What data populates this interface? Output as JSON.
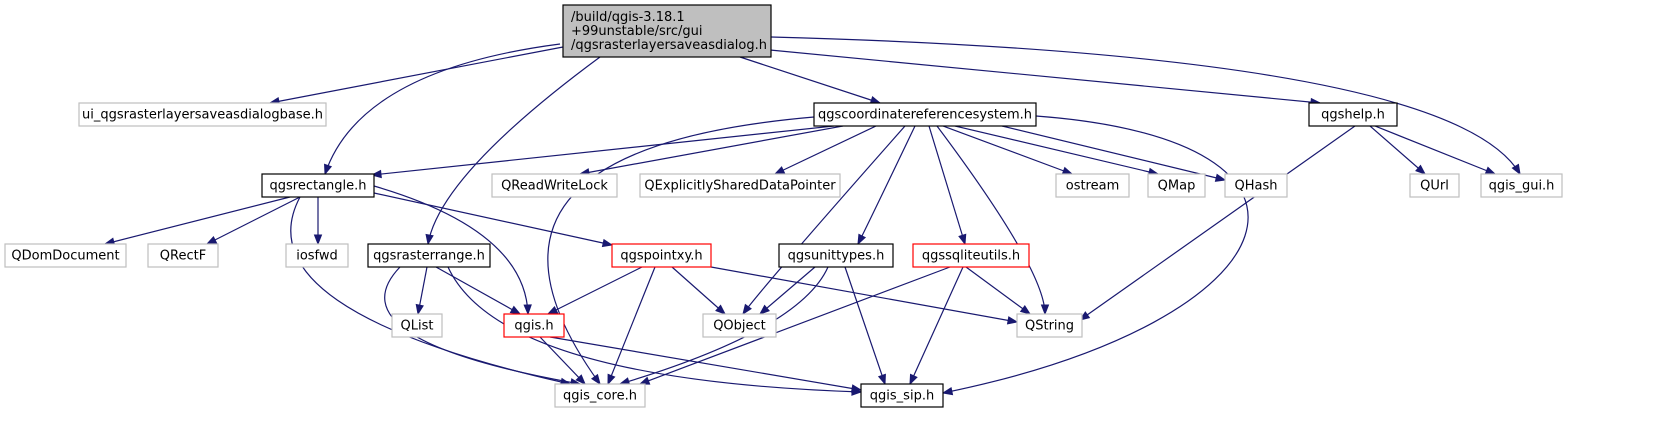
{
  "graph": {
    "nodes": [
      {
        "id": "root",
        "lines": [
          "/build/qgis-3.18.1",
          "+99unstable/src/gui",
          "/qgsrasterlayersaveasdialog.h"
        ],
        "style": "root"
      },
      {
        "id": "ui_base",
        "lines": [
          "ui_qgsrasterlayersaveasdialogbase.h"
        ],
        "style": "ext"
      },
      {
        "id": "crs",
        "lines": [
          "qgscoordinatereferencesystem.h"
        ],
        "style": "normal"
      },
      {
        "id": "help",
        "lines": [
          "qgshelp.h"
        ],
        "style": "normal"
      },
      {
        "id": "qgis_gui",
        "lines": [
          "qgis_gui.h"
        ],
        "style": "ext"
      },
      {
        "id": "rect",
        "lines": [
          "qgsrectangle.h"
        ],
        "style": "normal"
      },
      {
        "id": "rwlock",
        "lines": [
          "QReadWriteLock"
        ],
        "style": "ext"
      },
      {
        "id": "esdp",
        "lines": [
          "QExplicitlySharedDataPointer"
        ],
        "style": "ext"
      },
      {
        "id": "ostream",
        "lines": [
          "ostream"
        ],
        "style": "ext"
      },
      {
        "id": "qmap",
        "lines": [
          "QMap"
        ],
        "style": "ext"
      },
      {
        "id": "qhash",
        "lines": [
          "QHash"
        ],
        "style": "ext"
      },
      {
        "id": "qurl",
        "lines": [
          "QUrl"
        ],
        "style": "ext"
      },
      {
        "id": "domdoc",
        "lines": [
          "QDomDocument"
        ],
        "style": "ext"
      },
      {
        "id": "rectf",
        "lines": [
          "QRectF"
        ],
        "style": "ext"
      },
      {
        "id": "iosfwd",
        "lines": [
          "iosfwd"
        ],
        "style": "ext"
      },
      {
        "id": "rrange",
        "lines": [
          "qgsrasterrange.h"
        ],
        "style": "normal"
      },
      {
        "id": "pointxy",
        "lines": [
          "qgspointxy.h"
        ],
        "style": "red"
      },
      {
        "id": "unittypes",
        "lines": [
          "qgsunittypes.h"
        ],
        "style": "normal"
      },
      {
        "id": "sqlite",
        "lines": [
          "qgssqliteutils.h"
        ],
        "style": "red"
      },
      {
        "id": "qlist",
        "lines": [
          "QList"
        ],
        "style": "ext"
      },
      {
        "id": "qgis",
        "lines": [
          "qgis.h"
        ],
        "style": "red"
      },
      {
        "id": "qobject",
        "lines": [
          "QObject"
        ],
        "style": "ext"
      },
      {
        "id": "qstring",
        "lines": [
          "QString"
        ],
        "style": "ext"
      },
      {
        "id": "qgis_core",
        "lines": [
          "qgis_core.h"
        ],
        "style": "ext"
      },
      {
        "id": "qgis_sip",
        "lines": [
          "qgis_sip.h"
        ],
        "style": "normal"
      }
    ],
    "edges": [
      [
        "root",
        "ui_base"
      ],
      [
        "root",
        "crs"
      ],
      [
        "root",
        "help"
      ],
      [
        "root",
        "qgis_gui"
      ],
      [
        "root",
        "rect"
      ],
      [
        "root",
        "rrange"
      ],
      [
        "crs",
        "rect"
      ],
      [
        "crs",
        "rwlock"
      ],
      [
        "crs",
        "esdp"
      ],
      [
        "crs",
        "ostream"
      ],
      [
        "crs",
        "qmap"
      ],
      [
        "crs",
        "qhash"
      ],
      [
        "crs",
        "qobject"
      ],
      [
        "crs",
        "unittypes"
      ],
      [
        "crs",
        "sqlite"
      ],
      [
        "crs",
        "qstring"
      ],
      [
        "crs",
        "qgis_core"
      ],
      [
        "crs",
        "qgis_sip"
      ],
      [
        "help",
        "qurl"
      ],
      [
        "help",
        "qgis_gui"
      ],
      [
        "help",
        "qstring"
      ],
      [
        "rect",
        "domdoc"
      ],
      [
        "rect",
        "rectf"
      ],
      [
        "rect",
        "iosfwd"
      ],
      [
        "rect",
        "pointxy"
      ],
      [
        "rect",
        "qgis"
      ],
      [
        "rect",
        "qgis_core"
      ],
      [
        "rrange",
        "qlist"
      ],
      [
        "rrange",
        "qgis"
      ],
      [
        "rrange",
        "qgis_core"
      ],
      [
        "rrange",
        "qgis_sip"
      ],
      [
        "pointxy",
        "qgis"
      ],
      [
        "pointxy",
        "qobject"
      ],
      [
        "pointxy",
        "qstring"
      ],
      [
        "pointxy",
        "qgis_core"
      ],
      [
        "unittypes",
        "qobject"
      ],
      [
        "unittypes",
        "qgis_core"
      ],
      [
        "unittypes",
        "qgis_sip"
      ],
      [
        "sqlite",
        "qstring"
      ],
      [
        "sqlite",
        "qgis_core"
      ],
      [
        "sqlite",
        "qgis_sip"
      ],
      [
        "qgis",
        "qgis_core"
      ],
      [
        "qgis",
        "qgis_sip"
      ]
    ]
  },
  "colors": {
    "edge": "#191970",
    "root_fill": "#bfbfbf",
    "normal_border": "#000000",
    "external_border": "#bfbfbf",
    "incomplete_border": "#ff0000"
  }
}
